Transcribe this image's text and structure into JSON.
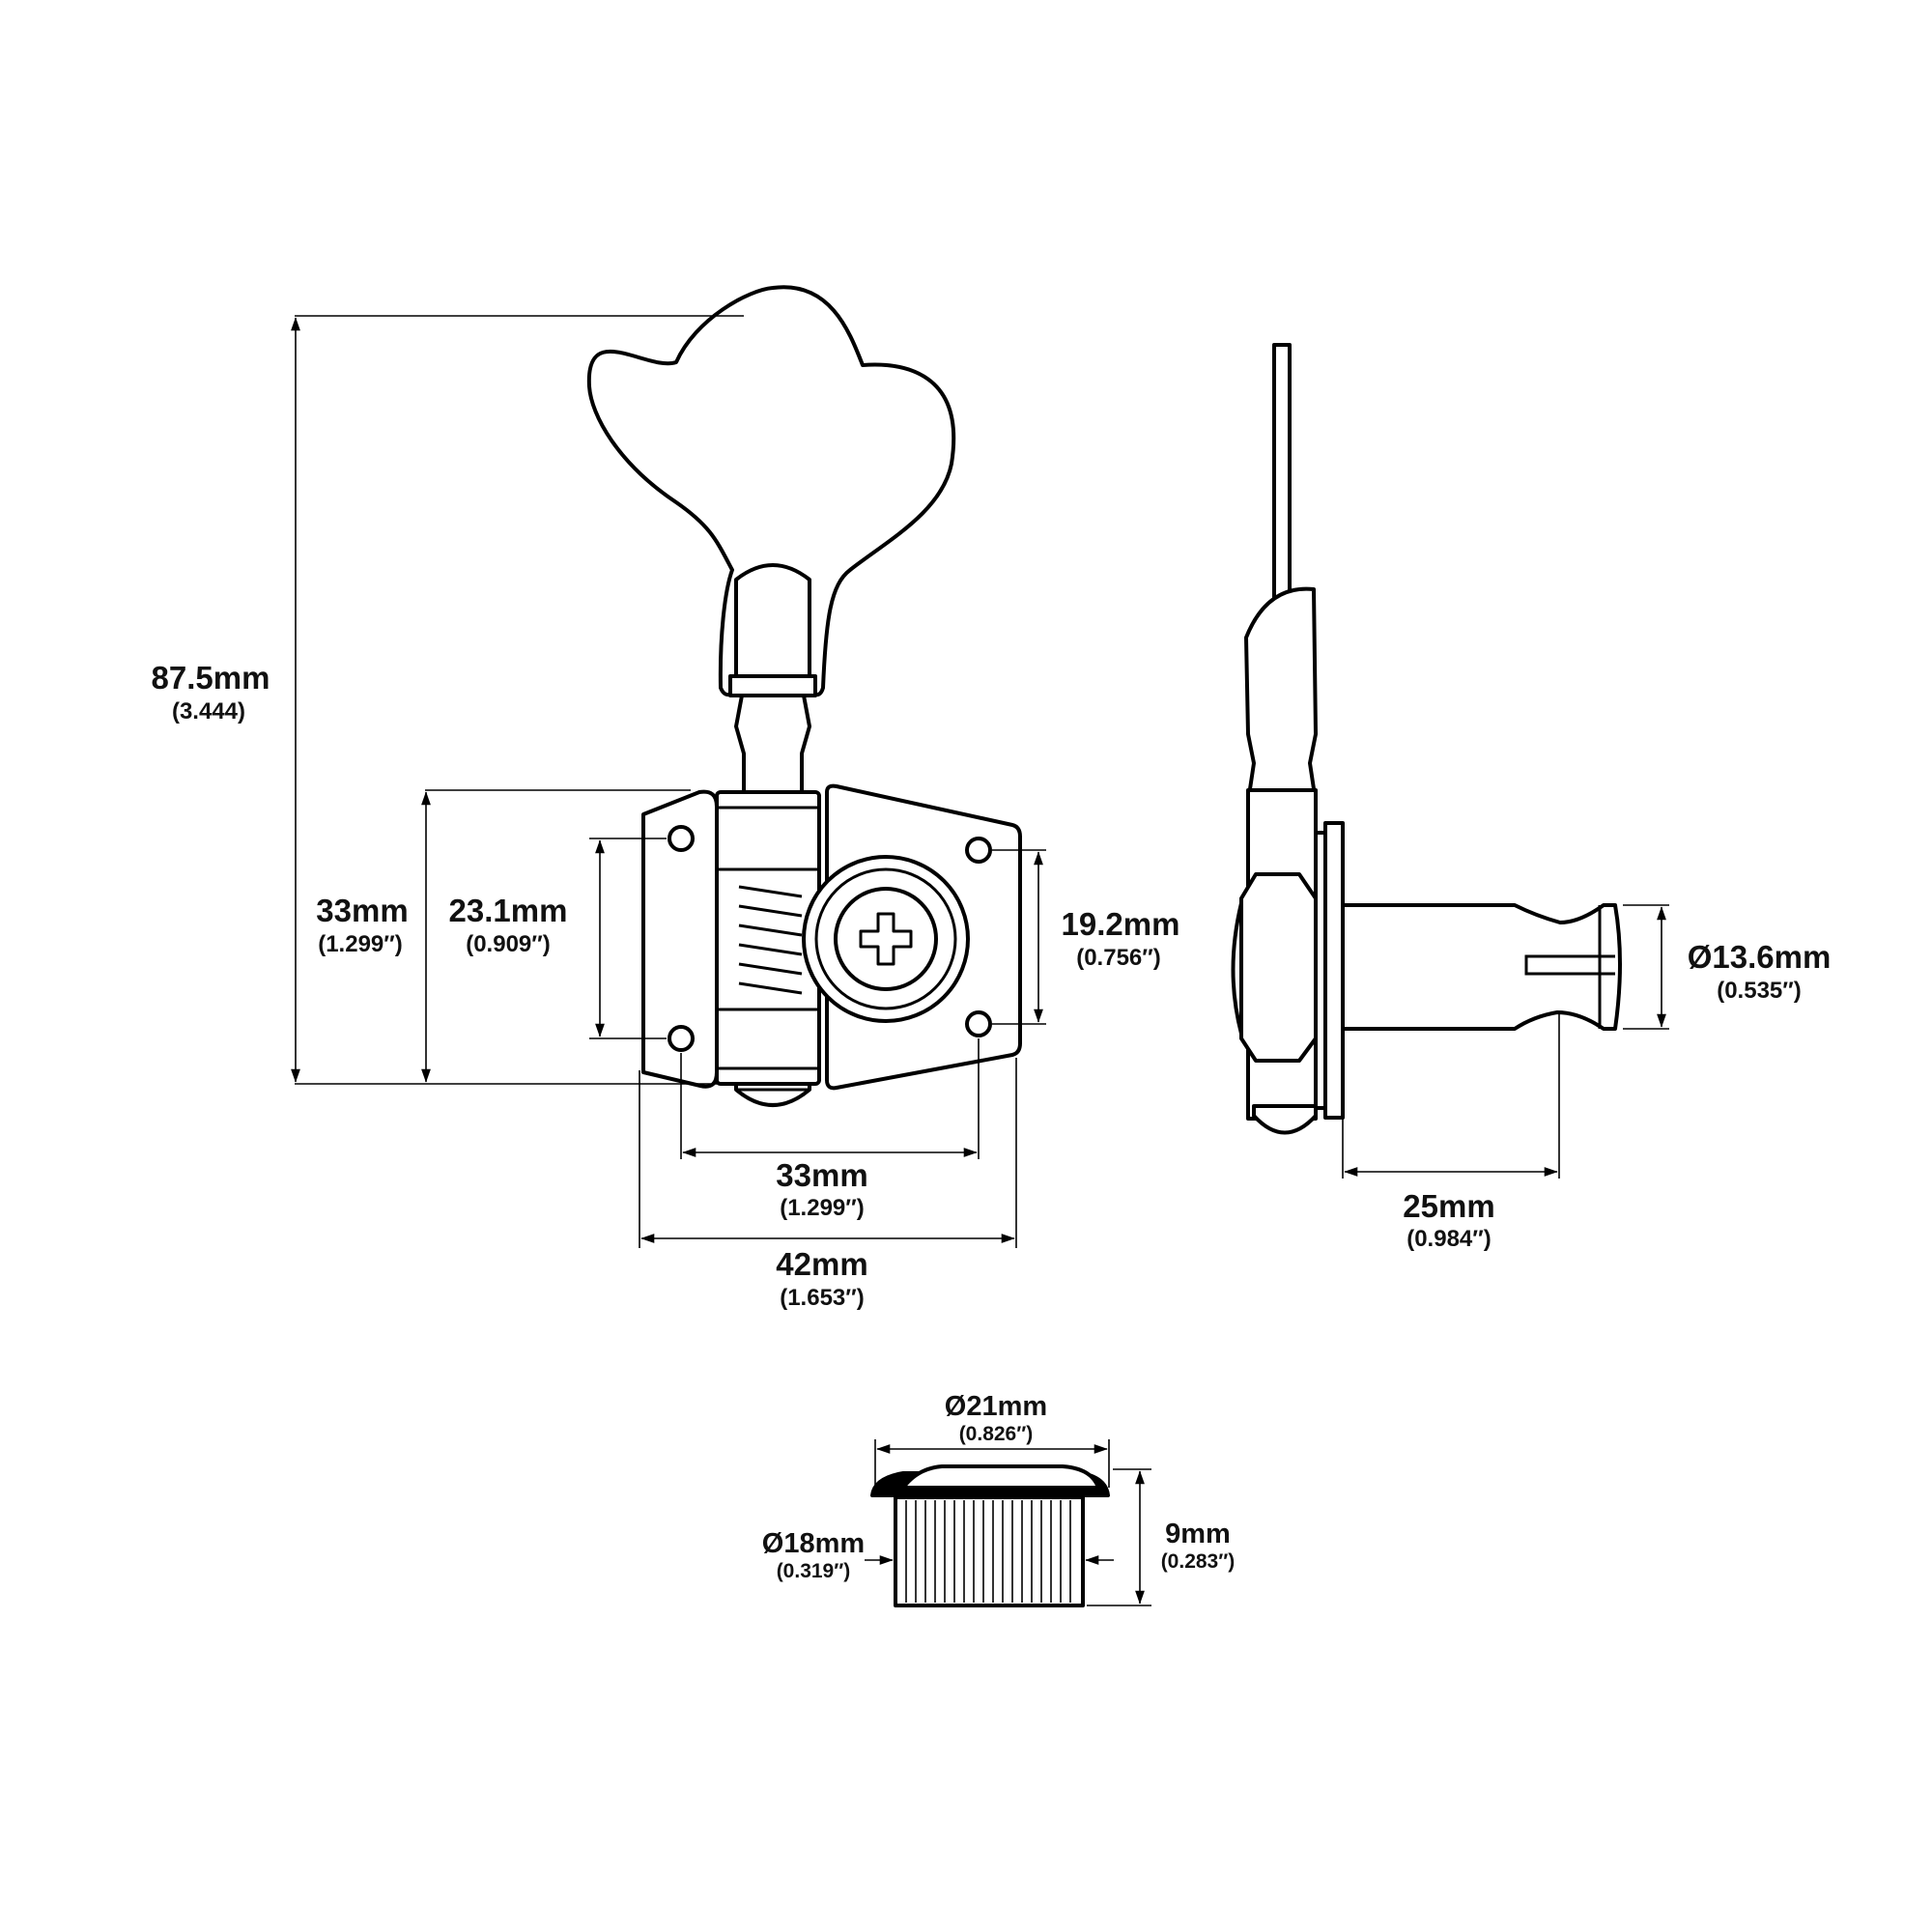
{
  "front_view": {
    "overall_height": {
      "mm": "87.5mm",
      "inch": "(3.444)"
    },
    "baseplate_height": {
      "mm": "33mm",
      "inch": "(1.299″)"
    },
    "left_hole_spacing": {
      "mm": "23.1mm",
      "inch": "(0.909″)"
    },
    "right_hole_spacing": {
      "mm": "19.2mm",
      "inch": "(0.756″)"
    },
    "horizontal_hole_spacing": {
      "mm": "33mm",
      "inch": "(1.299″)"
    },
    "overall_width": {
      "mm": "42mm",
      "inch": "(1.653″)"
    }
  },
  "side_view": {
    "post_diameter": {
      "mm": "Ø13.6mm",
      "inch": "(0.535″)"
    },
    "post_length": {
      "mm": "25mm",
      "inch": "(0.984″)"
    }
  },
  "bushing_view": {
    "flange_diameter": {
      "mm": "Ø21mm",
      "inch": "(0.826″)"
    },
    "body_diameter": {
      "mm": "Ø18mm",
      "inch": "(0.319″)"
    },
    "height": {
      "mm": "9mm",
      "inch": "(0.283″)"
    }
  }
}
